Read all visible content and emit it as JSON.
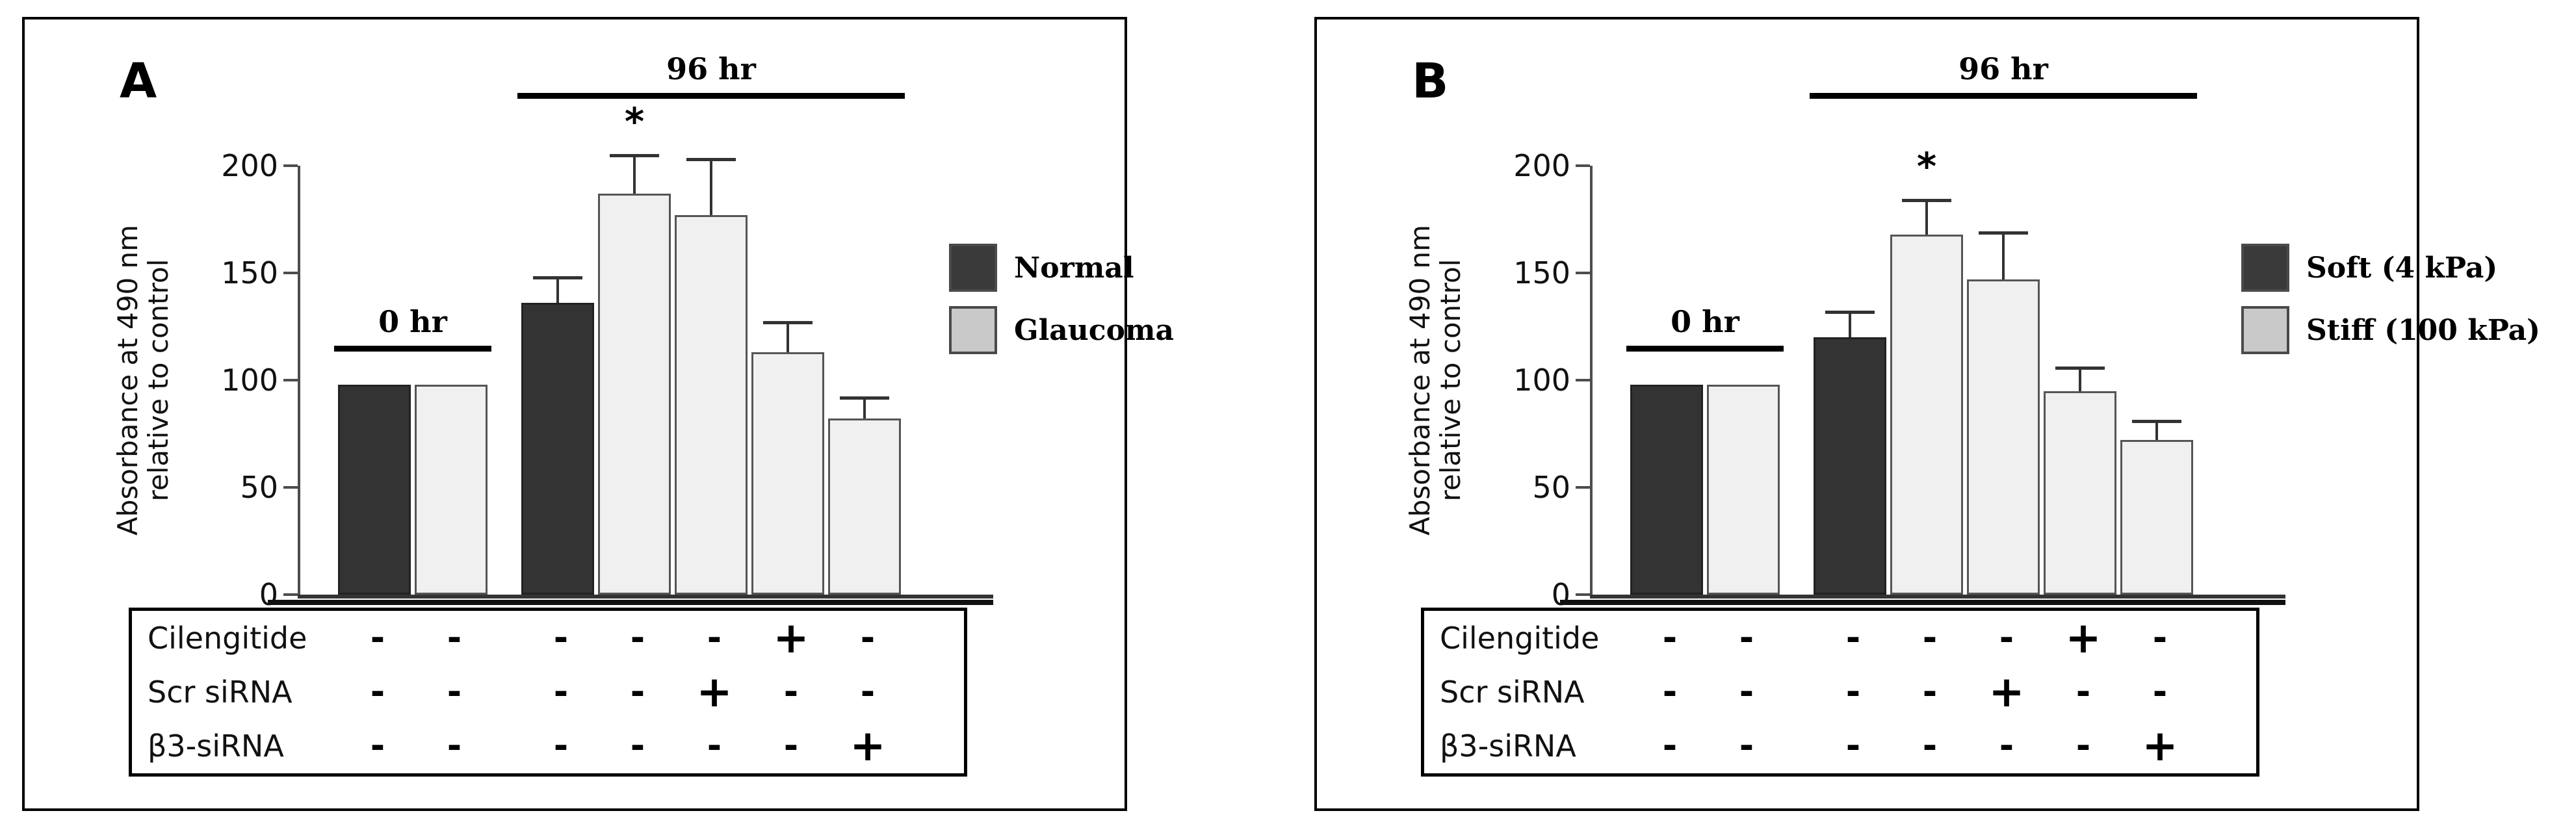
{
  "figure": {
    "panels": [
      {
        "id": "A",
        "letter": "A",
        "axis_title_line1": "Absorbance at 490 nm",
        "axis_title_line2": "relative to control",
        "group_labels": {
          "zero_hr": "0 hr",
          "ninetysix_hr": "96 hr"
        },
        "significance_marker": "*",
        "legend": [
          {
            "key": "dark",
            "label": "Normal",
            "color": "#3a3a3a"
          },
          {
            "key": "light",
            "label": "Glaucoma",
            "color": "#c9c9c9"
          }
        ],
        "matrix": {
          "rows": [
            {
              "label": "Cilengitide",
              "cells": [
                "-",
                "-",
                "-",
                "-",
                "-",
                "+",
                "-"
              ]
            },
            {
              "label": "Scr siRNA",
              "cells": [
                "-",
                "-",
                "-",
                "-",
                "+",
                "-",
                "-"
              ]
            },
            {
              "label": "β3-siRNA",
              "cells": [
                "-",
                "-",
                "-",
                "-",
                "-",
                "-",
                "+"
              ]
            }
          ]
        }
      },
      {
        "id": "B",
        "letter": "B",
        "axis_title_line1": "Absorbance at 490 nm",
        "axis_title_line2": "relative to control",
        "group_labels": {
          "zero_hr": "0 hr",
          "ninetysix_hr": "96 hr"
        },
        "significance_marker": "*",
        "legend": [
          {
            "key": "dark",
            "label": "Soft (4 kPa)",
            "color": "#3a3a3a"
          },
          {
            "key": "light",
            "label": "Stiff (100 kPa)",
            "color": "#c9c9c9"
          }
        ],
        "matrix": {
          "rows": [
            {
              "label": "Cilengitide",
              "cells": [
                "-",
                "-",
                "-",
                "-",
                "-",
                "+",
                "-"
              ]
            },
            {
              "label": "Scr siRNA",
              "cells": [
                "-",
                "-",
                "-",
                "-",
                "+",
                "-",
                "-"
              ]
            },
            {
              "label": "β3-siRNA",
              "cells": [
                "-",
                "-",
                "-",
                "-",
                "-",
                "-",
                "+"
              ]
            }
          ]
        }
      }
    ]
  },
  "chart_data": [
    {
      "panel": "A",
      "type": "bar",
      "title": "",
      "xlabel": "",
      "ylabel": "Absorbance at 490 nm relative to control",
      "ylim": [
        0,
        200
      ],
      "yticks": [
        0,
        50,
        100,
        150,
        200
      ],
      "ytick_labels": [
        "0",
        "50",
        "100",
        "150",
        "200"
      ],
      "grid": false,
      "legend_position": "right",
      "group_annotations": [
        {
          "label": "0 hr",
          "bars": [
            1,
            2
          ]
        },
        {
          "label": "96 hr",
          "bars": [
            3,
            4,
            5,
            6
          ]
        }
      ],
      "series": [
        {
          "name": "Normal",
          "color": "#3a3a3a"
        },
        {
          "name": "Glaucoma",
          "color": "#c9c9c9"
        }
      ],
      "bars": [
        {
          "index": 1,
          "group": "0 hr",
          "series": "Normal",
          "value": 98,
          "error": 0,
          "significant": false
        },
        {
          "index": 2,
          "group": "0 hr",
          "series": "Glaucoma",
          "value": 98,
          "error": 0,
          "significant": false
        },
        {
          "index": 3,
          "group": "96 hr",
          "series": "Normal",
          "value": 136,
          "error": 11,
          "significant": false
        },
        {
          "index": 4,
          "group": "96 hr",
          "series": "Glaucoma",
          "value": 187,
          "error": 17,
          "significant": true
        },
        {
          "index": 5,
          "group": "96 hr",
          "series": "Glaucoma",
          "value": 177,
          "error": 25,
          "significant": false
        },
        {
          "index": 6,
          "group": "96 hr",
          "series": "Glaucoma",
          "value": 113,
          "error": 13,
          "significant": false
        },
        {
          "index": 7,
          "group": "96 hr",
          "series": "Glaucoma",
          "value": 82,
          "error": 9,
          "significant": false
        }
      ]
    },
    {
      "panel": "B",
      "type": "bar",
      "title": "",
      "xlabel": "",
      "ylabel": "Absorbance at 490 nm relative to control",
      "ylim": [
        0,
        200
      ],
      "yticks": [
        0,
        50,
        100,
        150,
        200
      ],
      "ytick_labels": [
        "0",
        "50",
        "100",
        "150",
        "200"
      ],
      "grid": false,
      "legend_position": "right",
      "group_annotations": [
        {
          "label": "0 hr",
          "bars": [
            1,
            2
          ]
        },
        {
          "label": "96 hr",
          "bars": [
            3,
            4,
            5,
            6
          ]
        }
      ],
      "series": [
        {
          "name": "Soft (4 kPa)",
          "color": "#3a3a3a"
        },
        {
          "name": "Stiff (100 kPa)",
          "color": "#c9c9c9"
        }
      ],
      "bars": [
        {
          "index": 1,
          "group": "0 hr",
          "series": "Soft (4 kPa)",
          "value": 98,
          "error": 0,
          "significant": false
        },
        {
          "index": 2,
          "group": "0 hr",
          "series": "Stiff (100 kPa)",
          "value": 98,
          "error": 0,
          "significant": false
        },
        {
          "index": 3,
          "group": "96 hr",
          "series": "Soft (4 kPa)",
          "value": 120,
          "error": 11,
          "significant": false
        },
        {
          "index": 4,
          "group": "96 hr",
          "series": "Stiff (100 kPa)",
          "value": 168,
          "error": 15,
          "significant": true
        },
        {
          "index": 5,
          "group": "96 hr",
          "series": "Stiff (100 kPa)",
          "value": 147,
          "error": 21,
          "significant": false
        },
        {
          "index": 6,
          "group": "96 hr",
          "series": "Stiff (100 kPa)",
          "value": 95,
          "error": 10,
          "significant": false
        },
        {
          "index": 7,
          "group": "96 hr",
          "series": "Stiff (100 kPa)",
          "value": 72,
          "error": 8,
          "significant": false
        }
      ]
    }
  ]
}
